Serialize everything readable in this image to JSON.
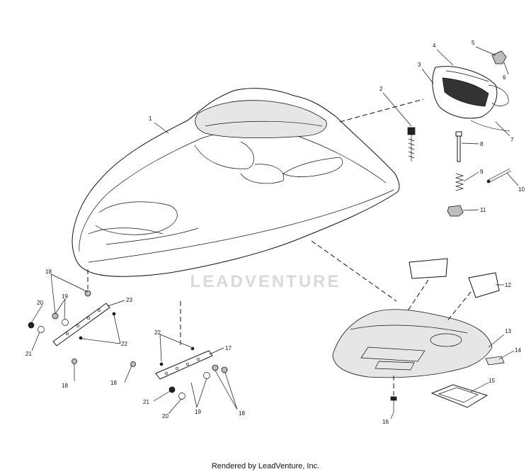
{
  "watermark": {
    "text": "LEADVENTURE"
  },
  "footer": {
    "text": "Rendered by LeadVenture, Inc."
  },
  "callouts": [
    "1",
    "2",
    "3",
    "4",
    "5",
    "6",
    "7",
    "8",
    "9",
    "10",
    "11",
    "12",
    "13",
    "14",
    "15",
    "16",
    "17",
    "18",
    "19",
    "20",
    "21",
    "22",
    "23"
  ]
}
